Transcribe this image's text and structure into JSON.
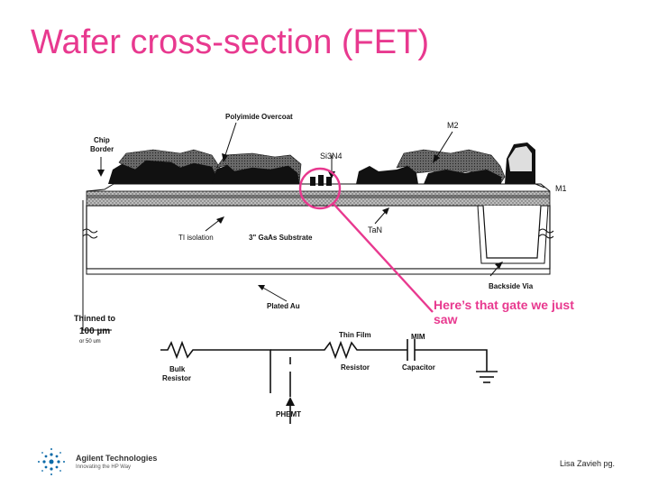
{
  "slide": {
    "title": "Wafer cross-section (FET)",
    "footer_credit": "Lisa Zavieh pg.",
    "accent_color": "#e8398f"
  },
  "labels": {
    "polyimide_overcoat": "Polyimide Overcoat",
    "chip_border_1": "Chip",
    "chip_border_2": "Border",
    "m2": "M2",
    "si3n4": "Si3N4",
    "m1": "M1",
    "ti_isolation": "TI isolation",
    "substrate": "3\" GaAs Substrate",
    "tan": "TaN",
    "backside_via": "Backside Via",
    "plated_au": "Plated Au",
    "thinned_1": "Thinned to",
    "thinned_2": "100 µm",
    "thinned_3": "or 50 um",
    "thin_film_1": "Thin Film",
    "thin_film_2": "Resistor",
    "mim_1": "MIM",
    "mim_2": "Capacitor",
    "bulk_1": "Bulk",
    "bulk_2": "Resistor",
    "phemt": "PHEMT"
  },
  "callout": {
    "text": "Here’s that gate we just saw"
  },
  "logo": {
    "name": "Agilent Technologies",
    "tagline": "Innovating the HP Way",
    "icon": "agilent-spark-icon"
  }
}
